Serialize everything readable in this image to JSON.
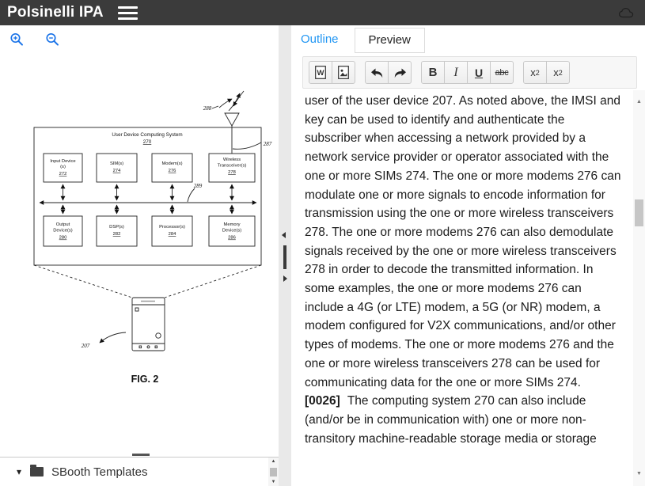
{
  "header": {
    "title": "Polsinelli IPA"
  },
  "figure_panel": {
    "figure": {
      "system_title": "User Device Computing System",
      "system_ref": "270",
      "boxes_top": [
        {
          "l1": "Input Device",
          "l2": "(s)",
          "ref": "272"
        },
        {
          "l1": "SIM(s)",
          "ref": "274"
        },
        {
          "l1": "Modem(s)",
          "ref": "276"
        },
        {
          "l1": "Wireless",
          "l2": "Transceiver(s)",
          "ref": "278"
        }
      ],
      "boxes_bottom": [
        {
          "l1": "Output",
          "l2": "Device(s)",
          "ref": "280"
        },
        {
          "l1": "DSP(s)",
          "ref": "282"
        },
        {
          "l1": "Processor(s)",
          "ref": "284"
        },
        {
          "l1": "Memory",
          "l2": "Device(s)",
          "ref": "286"
        }
      ],
      "labels": {
        "antenna": "288",
        "antenna_line": "287",
        "bus": "289",
        "device": "207"
      },
      "caption": "FIG. 2"
    },
    "templates_label": "SBooth Templates"
  },
  "editor_panel": {
    "tabs": {
      "outline": "Outline",
      "preview": "Preview"
    },
    "toolbar": {
      "word_icon_letter": "W",
      "bold_label": "B",
      "italic_label": "I",
      "underline_label": "U",
      "strike_label": "abc",
      "subscript_base": "x",
      "subscript_digit": "2",
      "superscript_base": "x",
      "superscript_digit": "2"
    },
    "content": {
      "para1": "user of the user device 207. As noted above, the IMSI and key can be used to identify and authenticate the subscriber when accessing a network provided by a network service provider or operator associated with the one or more SIMs 274. The one or more modems 276 can modulate one or more signals to encode information for transmission using the one or more wireless transceivers 278. The one or more modems 276 can also demodulate signals received by the one or more wireless transceivers 278 in order to decode the transmitted information. In some examples, the one or more modems 276 can include a 4G (or LTE) modem, a 5G (or NR) modem, a modem configured for V2X communications, and/or other types of modems. The one or more modems 276 and the one or more wireless transceivers 278 can be used for communicating data for the one or more SIMs 274.",
      "para2_tag": "[0026]",
      "para2_text": "The computing system 270 can also include (and/or be in communication with) one or more non-transitory machine-readable storage media or storage"
    }
  },
  "icons": {
    "caret_down": "▾",
    "scroll_up": "▲",
    "scroll_down": "▼"
  },
  "colors": {
    "header_bg": "#3b3b3b",
    "accent_blue": "#2196f3",
    "zoom_icon_blue": "#1a73e8"
  }
}
